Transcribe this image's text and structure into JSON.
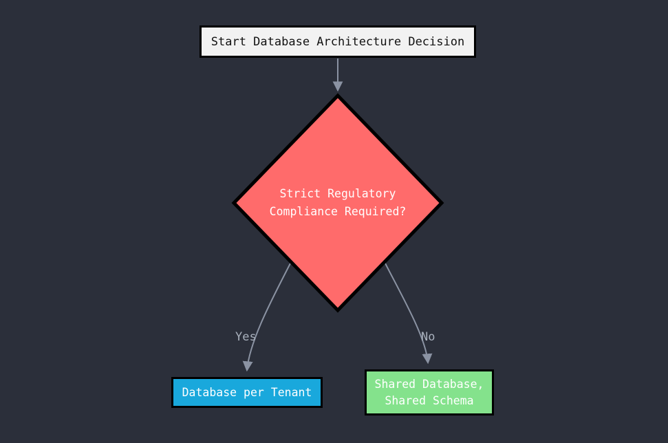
{
  "diagram": {
    "start": {
      "label": "Start Database Architecture Decision"
    },
    "decision": {
      "lines": [
        "Strict Regulatory",
        "Compliance Required?"
      ]
    },
    "edges": {
      "yes_label": "Yes",
      "no_label": "No"
    },
    "results": {
      "left": {
        "label": "Database per Tenant"
      },
      "right": {
        "lines": [
          "Shared Database,",
          "Shared Schema"
        ]
      }
    },
    "colors": {
      "background": "#2b2f3a",
      "start_fill": "#f2f2f2",
      "decision_fill": "#ff6b6b",
      "left_result_fill": "#19a8dc",
      "right_result_fill": "#84e28c",
      "edge": "#8b93a3",
      "node_border": "#000000"
    }
  }
}
